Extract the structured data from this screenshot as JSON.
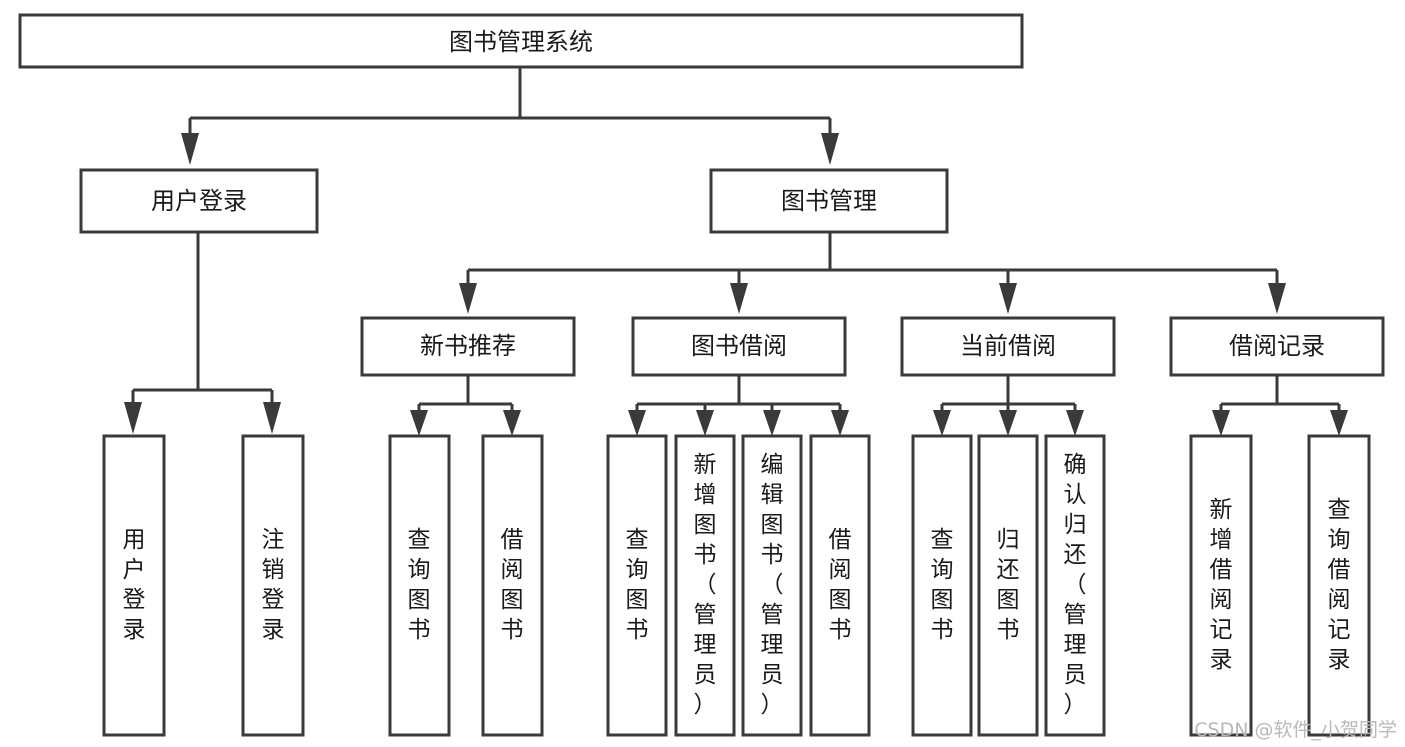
{
  "diagram": {
    "title": "图书管理系统",
    "type": "tree-hierarchy",
    "watermark": "CSDN @软件_小贺同学",
    "colors": {
      "box_stroke": "#3a3a3a",
      "box_fill": "#ffffff",
      "text": "#1a1a1a",
      "background": "#ffffff",
      "watermark": "#b9b9b9"
    },
    "levels": {
      "root": {
        "label": "图书管理系统"
      },
      "level2": [
        {
          "id": "user-login",
          "label": "用户登录"
        },
        {
          "id": "book-manage",
          "label": "图书管理"
        }
      ],
      "level3": [
        {
          "id": "new-book-recommend",
          "label": "新书推荐",
          "parent": "book-manage"
        },
        {
          "id": "book-borrow",
          "label": "图书借阅",
          "parent": "book-manage"
        },
        {
          "id": "current-borrow",
          "label": "当前借阅",
          "parent": "book-manage"
        },
        {
          "id": "borrow-record",
          "label": "借阅记录",
          "parent": "book-manage"
        }
      ],
      "leaves": [
        {
          "id": "leaf-user-login",
          "label": "用户登录",
          "parent": "user-login"
        },
        {
          "id": "leaf-logout",
          "label": "注销登录",
          "parent": "user-login"
        },
        {
          "id": "leaf-query-book-1",
          "label": "查询图书",
          "parent": "new-book-recommend"
        },
        {
          "id": "leaf-borrow-book-1",
          "label": "借阅图书",
          "parent": "new-book-recommend"
        },
        {
          "id": "leaf-query-book-2",
          "label": "查询图书",
          "parent": "book-borrow"
        },
        {
          "id": "leaf-add-book",
          "label": "新增图书（管理员）",
          "parent": "book-borrow"
        },
        {
          "id": "leaf-edit-book",
          "label": "编辑图书（管理员）",
          "parent": "book-borrow"
        },
        {
          "id": "leaf-borrow-book-2",
          "label": "借阅图书",
          "parent": "book-borrow"
        },
        {
          "id": "leaf-query-book-3",
          "label": "查询图书",
          "parent": "current-borrow"
        },
        {
          "id": "leaf-return-book",
          "label": "归还图书",
          "parent": "current-borrow"
        },
        {
          "id": "leaf-confirm-return",
          "label": "确认归还（管理员）",
          "parent": "current-borrow"
        },
        {
          "id": "leaf-add-record",
          "label": "新增借阅记录",
          "parent": "borrow-record"
        },
        {
          "id": "leaf-query-record",
          "label": "查询借阅记录",
          "parent": "borrow-record"
        }
      ]
    }
  }
}
